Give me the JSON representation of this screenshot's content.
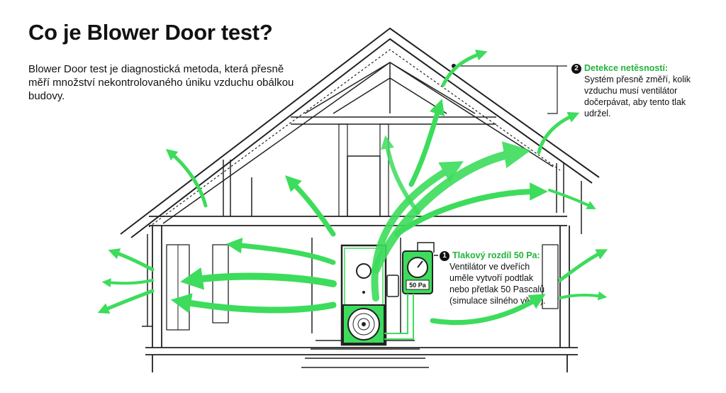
{
  "title": "Co je Blower Door test?",
  "intro": "Blower Door test je diagnostická metoda, která přesně měří množství nekontrolovaného úniku vzduchu obálkou budovy.",
  "callouts": [
    {
      "number": "1",
      "heading": "Tlakový rozdíl 50 Pa:",
      "body": "Ventilátor ve dveřích uměle vytvoří podtlak nebo přetlak 50 Pascalů (simulace silného větru)."
    },
    {
      "number": "2",
      "heading": "Detekce netěsností:",
      "body": "Systém přesně změří, kolik vzduchu musí ventilátor dočerpávat, aby tento tlak udržel."
    }
  ],
  "gauge": {
    "label": "50 Pa"
  },
  "colors": {
    "accent": "#3ddc5c",
    "accent_dark": "#22b43c",
    "line": "#222222"
  }
}
